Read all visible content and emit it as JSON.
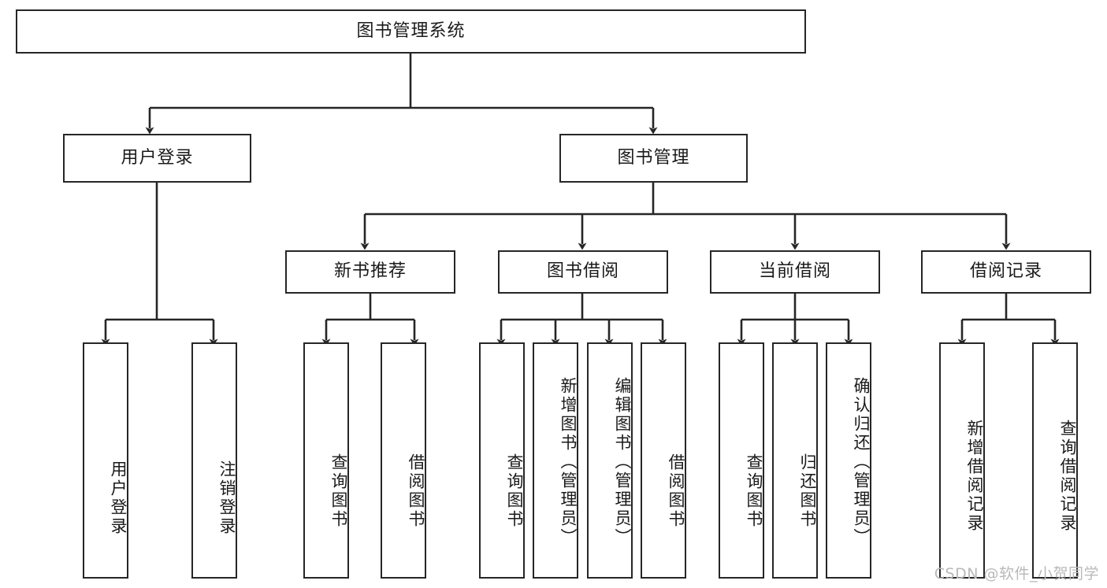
{
  "diagram": {
    "title_node": {
      "label": "图书管理系统"
    },
    "level2": [
      {
        "id": "user-login",
        "label": "用户登录"
      },
      {
        "id": "book-management",
        "label": "图书管理"
      }
    ],
    "level3": [
      {
        "id": "new-book-recommend",
        "label": "新书推荐"
      },
      {
        "id": "book-borrow",
        "label": "图书借阅"
      },
      {
        "id": "current-borrow",
        "label": "当前借阅"
      },
      {
        "id": "borrow-record",
        "label": "借阅记录"
      }
    ],
    "leaves": {
      "user_login": [
        {
          "id": "leaf-user-login",
          "label": "用户登录"
        },
        {
          "id": "leaf-logout-login",
          "label": "注销登录"
        }
      ],
      "new_book_recommend": [
        {
          "id": "leaf-query-book-1",
          "label": "查询图书"
        },
        {
          "id": "leaf-borrow-book-1",
          "label": "借阅图书"
        }
      ],
      "book_borrow": [
        {
          "id": "leaf-query-book-2",
          "label": "查询图书"
        },
        {
          "id": "leaf-add-book",
          "label": "新增图书（管理员）"
        },
        {
          "id": "leaf-edit-book",
          "label": "编辑图书（管理员）"
        },
        {
          "id": "leaf-borrow-book-2",
          "label": "借阅图书"
        }
      ],
      "current_borrow": [
        {
          "id": "leaf-query-book-3",
          "label": "查询图书"
        },
        {
          "id": "leaf-return-book",
          "label": "归还图书"
        },
        {
          "id": "leaf-confirm-return",
          "label": "确认归还（管理员）"
        }
      ],
      "borrow_record": [
        {
          "id": "leaf-add-record",
          "label": "新增借阅记录"
        },
        {
          "id": "leaf-query-record",
          "label": "查询借阅记录"
        }
      ]
    },
    "colors": {
      "stroke": "#262626",
      "background": "#ffffff",
      "text": "#1a1a1a",
      "watermark": "#b9b9b9"
    }
  },
  "watermark": {
    "text": "CSDN @软件_小贺同学"
  }
}
